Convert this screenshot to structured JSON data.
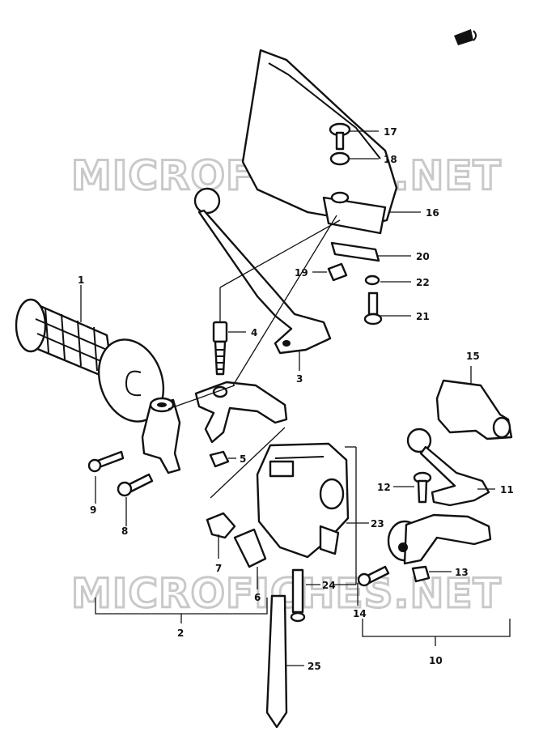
{
  "watermark": "MICROFICHES.NET",
  "part_labels": [
    "1",
    "2",
    "3",
    "4",
    "5",
    "6",
    "7",
    "8",
    "9",
    "10",
    "11",
    "12",
    "13",
    "14",
    "15",
    "16",
    "17",
    "18",
    "19",
    "20",
    "21",
    "22",
    "23",
    "24",
    "25"
  ]
}
